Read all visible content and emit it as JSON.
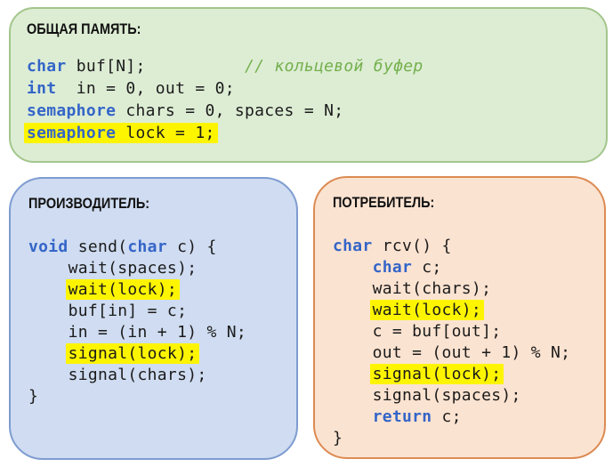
{
  "page": {
    "background": "#ffffff",
    "description_labels": {
      "shared_memory": "ОБЩАЯ ПАМЯТЬ:",
      "producer": "ПРОИЗВОДИТЕЛЬ:",
      "consumer": "ПОТРЕБИТЕЛЬ:"
    }
  },
  "syntax": {
    "keyword_color": "#3465c8",
    "comment_color": "#74b04d",
    "text_color": "#1b1b1b",
    "highlight_color": "#fdf500"
  },
  "panels": [
    {
      "id": "shared-memory",
      "title": "ОБЩАЯ ПАМЯТЬ:",
      "colors": {
        "bg": "#ddedd4",
        "border": "#a3c68c"
      },
      "lines": [
        {
          "indent": "",
          "hl": false,
          "segs": [
            [
              "k",
              "char"
            ],
            [
              "p",
              " buf[N];          "
            ],
            [
              "c",
              "// кольцевой буфер"
            ]
          ]
        },
        {
          "indent": "",
          "hl": false,
          "segs": [
            [
              "k",
              "int"
            ],
            [
              "p",
              "  in = 0, out = 0;"
            ]
          ]
        },
        {
          "indent": "",
          "hl": false,
          "segs": [
            [
              "k",
              "semaphore"
            ],
            [
              "p",
              " chars = 0, spaces = N;"
            ]
          ]
        },
        {
          "indent": "",
          "hl": true,
          "segs": [
            [
              "k",
              "semaphore"
            ],
            [
              "p",
              " lock = 1;"
            ]
          ]
        }
      ]
    },
    {
      "id": "producer",
      "title": "ПРОИЗВОДИТЕЛЬ:",
      "colors": {
        "bg": "#cfdcf1",
        "border": "#7e9cd1"
      },
      "lines": [
        {
          "indent": "",
          "hl": false,
          "segs": [
            [
              "k",
              "void"
            ],
            [
              "p",
              " send("
            ],
            [
              "k",
              "char"
            ],
            [
              "p",
              " c) {"
            ]
          ]
        },
        {
          "indent": "    ",
          "hl": false,
          "segs": [
            [
              "p",
              "wait(spaces);"
            ]
          ]
        },
        {
          "indent": "    ",
          "hl": true,
          "segs": [
            [
              "p",
              "wait(lock);"
            ]
          ]
        },
        {
          "indent": "    ",
          "hl": false,
          "segs": [
            [
              "p",
              "buf[in] = c;"
            ]
          ]
        },
        {
          "indent": "    ",
          "hl": false,
          "segs": [
            [
              "p",
              "in = (in + 1) % N;"
            ]
          ]
        },
        {
          "indent": "    ",
          "hl": true,
          "segs": [
            [
              "p",
              "signal(lock);"
            ]
          ]
        },
        {
          "indent": "    ",
          "hl": false,
          "segs": [
            [
              "p",
              "signal(chars);"
            ]
          ]
        },
        {
          "indent": "",
          "hl": false,
          "segs": [
            [
              "p",
              "}"
            ]
          ]
        }
      ]
    },
    {
      "id": "consumer",
      "title": "ПОТРЕБИТЕЛЬ:",
      "colors": {
        "bg": "#fbe3d1",
        "border": "#dc8b53"
      },
      "lines": [
        {
          "indent": "",
          "hl": false,
          "segs": [
            [
              "k",
              "char"
            ],
            [
              "p",
              " rcv() {"
            ]
          ]
        },
        {
          "indent": "    ",
          "hl": false,
          "segs": [
            [
              "k",
              "char"
            ],
            [
              "p",
              " c;"
            ]
          ]
        },
        {
          "indent": "    ",
          "hl": false,
          "segs": [
            [
              "p",
              "wait(chars);"
            ]
          ]
        },
        {
          "indent": "    ",
          "hl": true,
          "segs": [
            [
              "p",
              "wait(lock);"
            ]
          ]
        },
        {
          "indent": "    ",
          "hl": false,
          "segs": [
            [
              "p",
              "c = buf[out];"
            ]
          ]
        },
        {
          "indent": "    ",
          "hl": false,
          "segs": [
            [
              "p",
              "out = (out + 1) % N;"
            ]
          ]
        },
        {
          "indent": "    ",
          "hl": true,
          "segs": [
            [
              "p",
              "signal(lock);"
            ]
          ]
        },
        {
          "indent": "    ",
          "hl": false,
          "segs": [
            [
              "p",
              "signal(spaces);"
            ]
          ]
        },
        {
          "indent": "    ",
          "hl": false,
          "segs": [
            [
              "k",
              "return"
            ],
            [
              "p",
              " c;"
            ]
          ]
        },
        {
          "indent": "",
          "hl": false,
          "segs": [
            [
              "p",
              "}"
            ]
          ]
        }
      ]
    }
  ]
}
